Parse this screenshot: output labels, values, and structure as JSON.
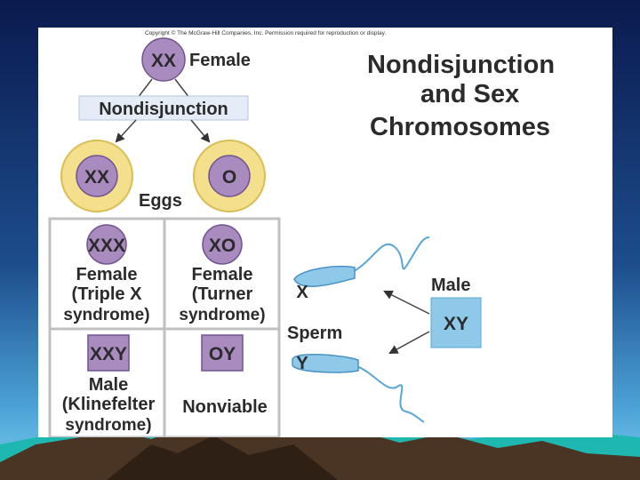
{
  "copyright": "Copyright © The McGraw-Hill Companies, Inc. Permission required for reproduction or display.",
  "title": [
    "Nondisjunction",
    "and Sex",
    "Chromosomes"
  ],
  "parent": {
    "genotype": "XX",
    "label": "Female"
  },
  "process_label": "Nondisjunction",
  "eggs": {
    "label": "Eggs",
    "items": [
      "XX",
      "O"
    ]
  },
  "offspring": [
    {
      "genotype": "XXX",
      "lines": [
        "Female",
        "(Triple X",
        "syndrome)"
      ]
    },
    {
      "genotype": "XO",
      "lines": [
        "Female",
        "(Turner",
        "syndrome)"
      ]
    },
    {
      "genotype": "XXY",
      "lines": [
        "Male",
        "(Klinefelter",
        "syndrome)"
      ]
    },
    {
      "genotype": "OY",
      "lines": [
        "Nonviable"
      ]
    }
  ],
  "sperm": {
    "label": "Sperm",
    "items": [
      "X",
      "Y"
    ]
  },
  "male": {
    "label": "Male",
    "genotype": "XY"
  },
  "colors": {
    "purple": "#a98bc0",
    "egg_yellow": "#f3df8c",
    "sperm_blue": "#8ec9ea",
    "sky_top": "#0a1a4e",
    "ground": "#4a3424"
  }
}
